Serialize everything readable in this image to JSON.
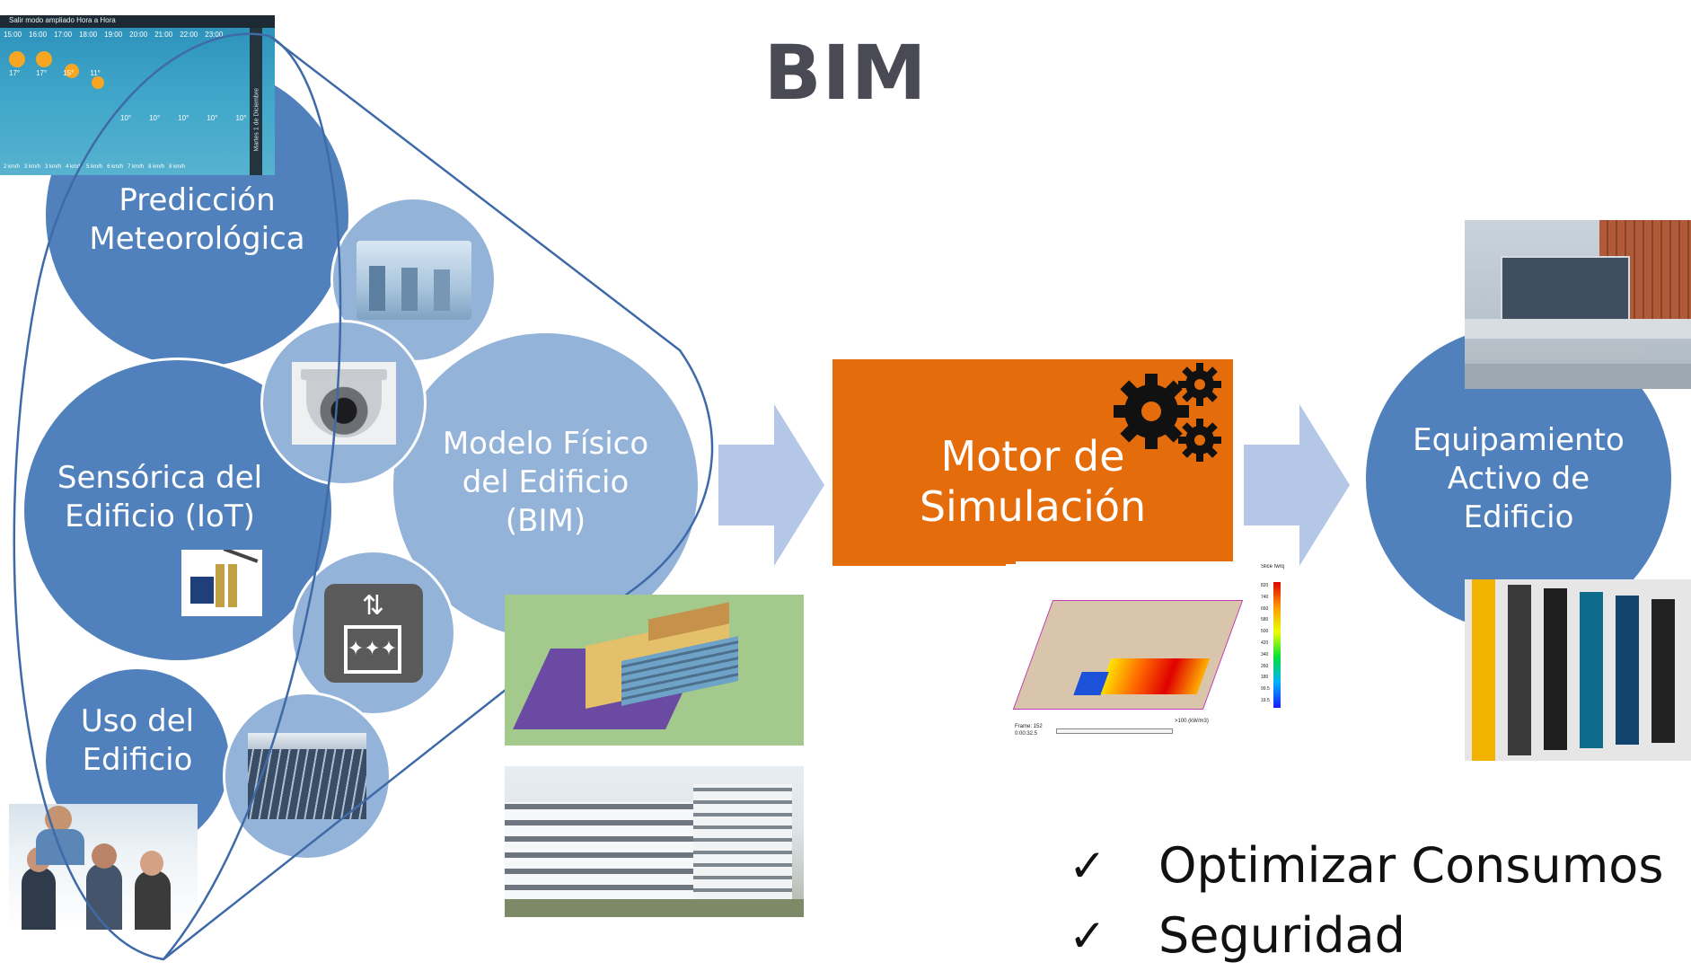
{
  "title": "BIM",
  "inputs": {
    "weather": "Predicción Meteorológica",
    "sensors": "Sensórica del Edificio (IoT)",
    "usage": "Uso del Edificio",
    "bim_model": "Modelo Físico del Edificio (BIM)"
  },
  "engine": {
    "label": "Motor de Simulación"
  },
  "output": {
    "label": "Equipamiento Activo de Edificio"
  },
  "benefits": [
    "Optimizar Consumos",
    "Seguridad"
  ],
  "weather_widget": {
    "header": "Salir modo ampliado Hora a Hora",
    "hours": [
      "15:00",
      "16:00",
      "17:00",
      "18:00",
      "19:00",
      "20:00",
      "21:00",
      "22:00",
      "23:00"
    ],
    "temps_day": [
      "17°",
      "17°",
      "15°",
      "11°"
    ],
    "temps_night": [
      "10°",
      "10°",
      "10°",
      "10°",
      "10°"
    ],
    "winds": [
      "2 km/h",
      "3 km/h",
      "3 km/h",
      "4 km/h",
      "5 km/h",
      "6 km/h",
      "7 km/h",
      "8 km/h",
      "8 km/h"
    ],
    "side_label": "Martes 1 de Diciembre"
  },
  "simulation_legend": {
    "title": "Slice fwrq",
    "values": [
      "820",
      "740",
      "660",
      "580",
      "500",
      "420",
      "340",
      "260",
      "180",
      "99.5",
      "19.5"
    ],
    "frame": "Frame: 152",
    "time": "0:00:32.5",
    "hrr": ">100 (kW/m3)"
  },
  "colors": {
    "circle_dark": "#5181bd",
    "circle_light": "#94b3d9",
    "engine": "#e46c0a",
    "arrow": "#b4c7e7",
    "title": "#4a4a55",
    "outline": "#3f6aa8"
  }
}
